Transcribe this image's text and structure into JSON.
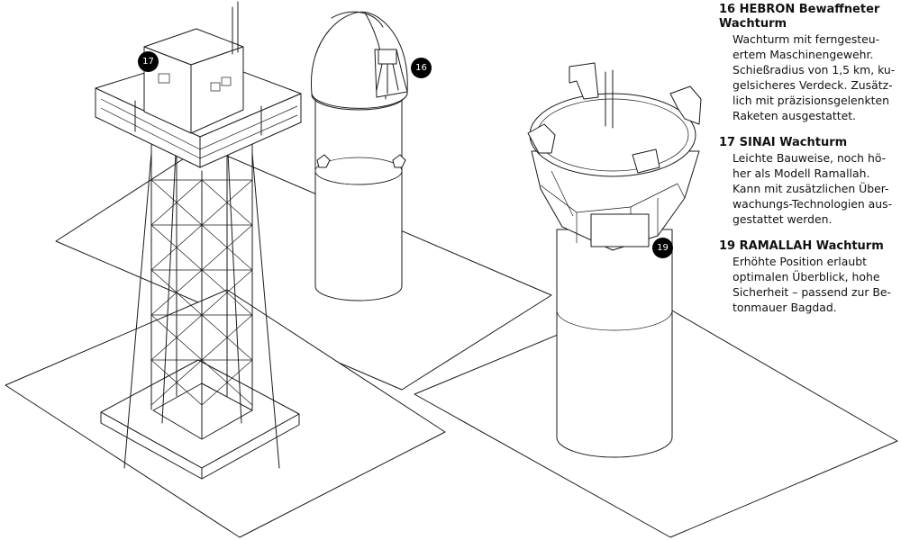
{
  "markers": [
    {
      "id": "tower-17",
      "label": "17"
    },
    {
      "id": "tower-16",
      "label": "16"
    },
    {
      "id": "tower-19",
      "label": "19"
    }
  ],
  "legend": [
    {
      "title_lines": [
        "16 HEBRON Bewaffneter",
        "Wachturm"
      ],
      "text_lines": [
        "Wachturm mit ferngesteu-",
        "ertem Maschinengewehr.",
        "Schießradius von 1,5 km, ku-",
        "gelsicheres Verdeck. Zusätz-",
        "lich mit präzisionsgelenkten",
        "Raketen ausgestattet."
      ]
    },
    {
      "title_lines": [
        "17 SINAI Wachturm"
      ],
      "text_lines": [
        "Leichte Bauweise, noch hö-",
        "her als Modell Ramallah.",
        "Kann mit zusätzlichen Über-",
        "wachungs-Technologien aus-",
        "gestattet werden."
      ]
    },
    {
      "title_lines": [
        "19 RAMALLAH Wachturm"
      ],
      "text_lines": [
        "Erhöhte Position erlaubt",
        "optimalen Überblick, hohe",
        "Sicherheit – passend zur Be-",
        "tonmauer Bagdad."
      ]
    }
  ]
}
